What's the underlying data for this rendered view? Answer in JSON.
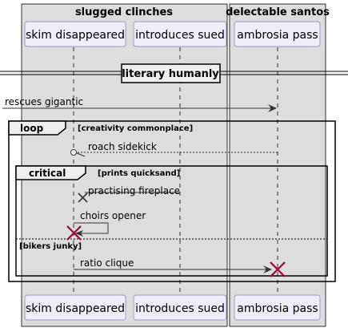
{
  "boxes": [
    {
      "title": "slugged clinches"
    },
    {
      "title": "delectable santos"
    }
  ],
  "participants": [
    {
      "label": "skim disappeared"
    },
    {
      "label": "introduces sued"
    },
    {
      "label": "ambrosia pass"
    }
  ],
  "divider": {
    "label": "literary humanly"
  },
  "messages": [
    {
      "label": "rescues gigantic"
    },
    {
      "label": "roach sidekick"
    },
    {
      "label": "practising fireplace"
    },
    {
      "label": "choirs opener"
    },
    {
      "label": "ratio clique"
    }
  ],
  "fragments": {
    "loop": {
      "keyword": "loop",
      "condition": "[creativity commonplace]"
    },
    "critical": {
      "keyword": "critical",
      "condition": "[prints quicksand]",
      "else_condition": "[bikers junky]"
    }
  },
  "colors": {
    "box_fill": "#dddddd",
    "participant_fill": "#eeeef8",
    "participant_border": "#9a9ac8",
    "destroy_color": "#a80036",
    "line": "#333333"
  }
}
